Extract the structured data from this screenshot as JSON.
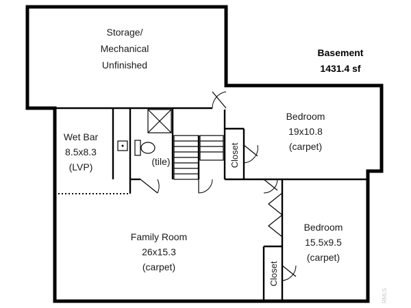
{
  "plan": {
    "title": "Basement",
    "area": "1431.4 sf",
    "watermark": "RMLS"
  },
  "rooms": {
    "storage": {
      "line1": "Storage/",
      "line2": "Mechanical",
      "line3": "Unfinished"
    },
    "bedroom1": {
      "name": "Bedroom",
      "size": "19x10.8",
      "floor": "(carpet)"
    },
    "wetbar": {
      "name": "Wet Bar",
      "size": "8.5x8.3",
      "floor": "(LVP)"
    },
    "bath": {
      "floor": "(tile)"
    },
    "closet1": {
      "name": "Closet"
    },
    "family": {
      "name": "Family Room",
      "size": "26x15.3",
      "floor": "(carpet)"
    },
    "bedroom2": {
      "name": "Bedroom",
      "size": "15.5x9.5",
      "floor": "(carpet)"
    },
    "closet2": {
      "name": "Closet"
    }
  }
}
